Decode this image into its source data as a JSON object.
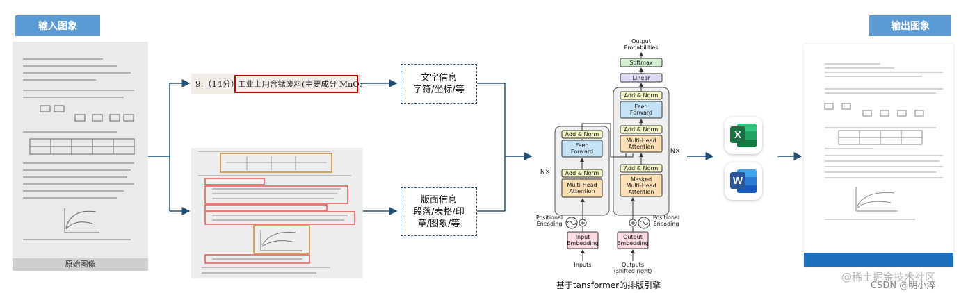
{
  "input_label": "输入图象",
  "output_label": "输出图象",
  "source_caption": "原始图像",
  "crop_text": {
    "question_number": "9.（14分）",
    "highlighted_text": "工业上用含锰废料(主要成分 MnO₂"
  },
  "text_info_box": {
    "line1": "文字信息",
    "line2": "字符/坐标/等"
  },
  "layout_info_box": {
    "line1": "版面信息",
    "line2": "段落/表格/印",
    "line3": "章/图象/等"
  },
  "transformer": {
    "output_probabilities": "Output\nProbabilities",
    "softmax": "Softmax",
    "linear": "Linear",
    "add_norm": "Add & Norm",
    "feed_forward": "Feed\nForward",
    "multi_head_attention": "Multi-Head\nAttention",
    "masked_multi_head_attention": "Masked\nMulti-Head\nAttention",
    "nx_left": "N×",
    "nx_right": "N×",
    "positional_encoding": "Positional\nEncoding",
    "input_embedding": "Input\nEmbedding",
    "output_embedding": "Output\nEmbedding",
    "inputs": "Inputs",
    "outputs": "Outputs\n(shifted right)"
  },
  "engine_caption": "基于tansformer的排版引擎",
  "excel_letter": "X",
  "word_letter": "W",
  "watermark": "@稀土掘金技术社区",
  "watermark2": "CSDN @明小淬",
  "colors": {
    "label_bg": "#5b9bd5",
    "arrow": "#1f4e79",
    "highlight_red": "#c00000",
    "feed_forward": "#c5e3f6",
    "attention": "#fcdfb5",
    "add_norm": "#f2f6c4",
    "embedding": "#fadbe0",
    "softmax": "#d3f2d0",
    "linear": "#dcd9f5",
    "excel": "#1d6f42",
    "word": "#2b579a",
    "output_bar": "#1f6fbf"
  }
}
